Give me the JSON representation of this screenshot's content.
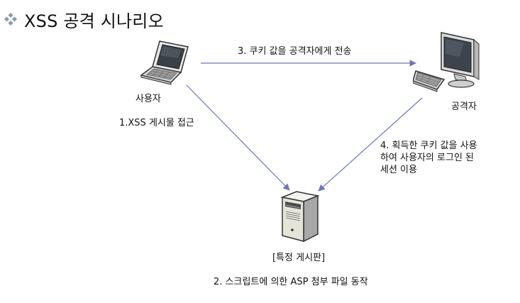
{
  "title": "XSS 공격 시나리오",
  "nodes": {
    "user": {
      "label": "사용자"
    },
    "attacker": {
      "label": "공격자"
    },
    "board": {
      "label": "[특정 게시판]"
    }
  },
  "edges": {
    "step1": "1.XSS 게시물 접근",
    "step2": "2. 스크립트에 의한 ASP 첨부 파일 동작",
    "step3": "3. 쿠키 값을 공격자에게 전송",
    "step4": [
      "4. 획득한 쿠키 값을 사용",
      "하여 사용자의 로그인 된",
      "세션 이용"
    ]
  },
  "colors": {
    "arrow": "#6f78b4",
    "bullet": "#7a8a9a"
  }
}
